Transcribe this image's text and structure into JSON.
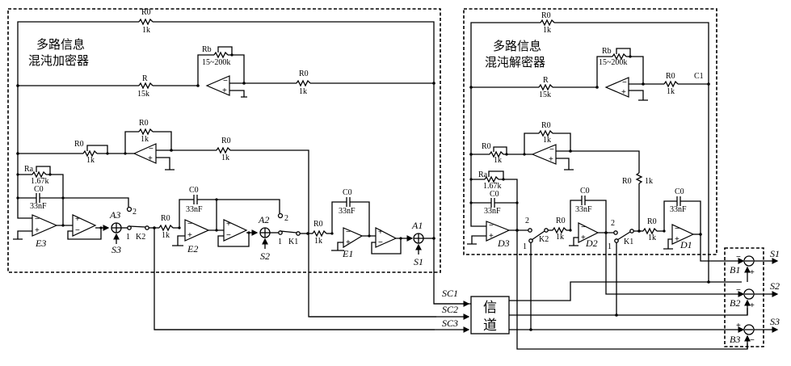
{
  "encryptor": {
    "title_line1": "多路信息",
    "title_line2": "混沌加密器",
    "r0_top": {
      "name": "R0",
      "value": "1k"
    },
    "r_main": {
      "name": "R",
      "value": "15k"
    },
    "rb": {
      "name": "Rb",
      "value": "15~200k"
    },
    "r0_out": {
      "name": "R0",
      "value": "1k"
    },
    "r0_inv_fb": {
      "name": "R0",
      "value": "1k"
    },
    "r0_pot": {
      "name": "R0",
      "value": "1k"
    },
    "r0_inv_out": {
      "name": "R0",
      "value": "1k"
    },
    "ra": {
      "name": "Ra",
      "value": "1.67k"
    },
    "c0_e3": {
      "name": "C0",
      "value": "33nF"
    },
    "c0_e2": {
      "name": "C0",
      "value": "33nF"
    },
    "c0_e1": {
      "name": "C0",
      "value": "33nF"
    },
    "r0_e2": {
      "name": "R0",
      "value": "1k"
    },
    "r0_e1": {
      "name": "R0",
      "value": "1k"
    },
    "integrators": [
      "E3",
      "E2",
      "E1"
    ],
    "adders": [
      "A3",
      "A2",
      "A1"
    ],
    "inputs": [
      "S3",
      "S2",
      "S1"
    ],
    "switches": [
      "K2",
      "K1"
    ],
    "switch_pos": [
      "1",
      "2"
    ]
  },
  "decryptor": {
    "title_line1": "多路信息",
    "title_line2": "混沌解密器",
    "r0_top": {
      "name": "R0",
      "value": "1k"
    },
    "r_main": {
      "name": "R",
      "value": "15k"
    },
    "rb": {
      "name": "Rb",
      "value": "15~200k"
    },
    "r0_out": {
      "name": "R0",
      "value": "1k"
    },
    "node_c1": "C1",
    "r0_inv_fb": {
      "name": "R0",
      "value": "1k"
    },
    "r0_pot": {
      "name": "R0",
      "value": "1k"
    },
    "r0_vertical": {
      "name": "R0",
      "value": "1k"
    },
    "ra": {
      "name": "Ra",
      "value": "1.67k"
    },
    "c0_d3": {
      "name": "C0",
      "value": "33nF"
    },
    "c0_d2": {
      "name": "C0",
      "value": "33nF"
    },
    "c0_d1": {
      "name": "C0",
      "value": "33nF"
    },
    "r0_d2": {
      "name": "R0",
      "value": "1k"
    },
    "r0_d1": {
      "name": "R0",
      "value": "1k"
    },
    "integrators": [
      "D3",
      "D2",
      "D1"
    ],
    "switches": [
      "K2",
      "K1"
    ],
    "switch_pos": [
      "1",
      "2"
    ]
  },
  "channel": {
    "label_line1": "信",
    "label_line2": "道",
    "inputs": [
      "SC1",
      "SC2",
      "SC3"
    ]
  },
  "subtractors": [
    {
      "name": "B1",
      "top_sign": "−",
      "bottom_sign": "+",
      "output": "S1"
    },
    {
      "name": "B2",
      "top_sign": "−",
      "bottom_sign": "+",
      "output": "S2"
    },
    {
      "name": "B3",
      "top_sign": "+",
      "bottom_sign": "−",
      "output": "S3"
    }
  ]
}
